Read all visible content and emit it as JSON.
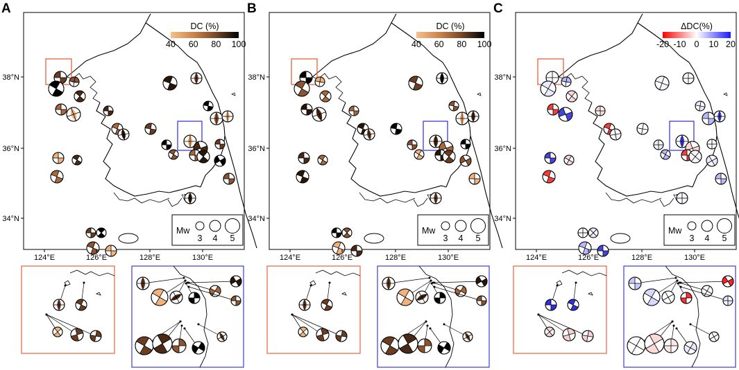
{
  "panels": [
    {
      "label": "A",
      "colorbar": {
        "title": "DC (%)",
        "ticks": [
          "40",
          "60",
          "80",
          "100"
        ],
        "type": "dc"
      },
      "mode": "dc"
    },
    {
      "label": "B",
      "colorbar": {
        "title": "DC (%)",
        "ticks": [
          "40",
          "60",
          "80",
          "100"
        ],
        "type": "dc"
      },
      "mode": "dc"
    },
    {
      "label": "C",
      "colorbar": {
        "title": "ΔDC(%)",
        "ticks": [
          "-20",
          "-10",
          "0",
          "10",
          "20"
        ],
        "type": "ddc"
      },
      "mode": "ddc"
    }
  ],
  "lat_ticks": [
    "38°N",
    "36°N",
    "34°N"
  ],
  "lon_ticks": [
    "124°E",
    "126°E",
    "128°E",
    "130°E"
  ],
  "mw_legend": {
    "label": "Mw",
    "values": [
      "3",
      "4",
      "5"
    ]
  },
  "colors": {
    "inset_red": "#e8603c",
    "inset_blue": "#3b3bd6",
    "dc_low": "#f5b97a",
    "dc_high": "#000000",
    "ddc_neg": "#e8121b",
    "ddc_pos": "#2020d8"
  }
}
